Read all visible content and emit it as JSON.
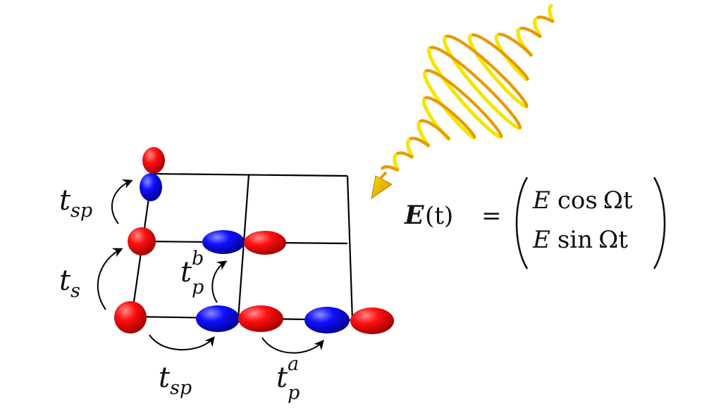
{
  "labels": {
    "t_sp_left": {
      "base": "t",
      "sub": "sp"
    },
    "t_s": {
      "base": "t",
      "sub": "s"
    },
    "t_p_b": {
      "base": "t",
      "sub": "p",
      "sup": "b"
    },
    "t_sp_bottom": {
      "base": "t",
      "sub": "sp"
    },
    "t_p_a": {
      "base": "t",
      "sub": "p",
      "sup": "a"
    }
  },
  "equation": {
    "lhs_vector": "E",
    "lhs_arg": "(t)",
    "equals": "=",
    "row1": {
      "amp": "E",
      "func": "cos",
      "arg": "Ωt"
    },
    "row2": {
      "amp": "E",
      "func": "sin",
      "arg": "Ωt"
    }
  },
  "colors": {
    "s_orbital": "#e00000",
    "p_orbital": "#0000d8",
    "lattice": "#000000",
    "pulse_light": "#f3e600",
    "pulse_dark": "#e79a00"
  },
  "icons": {
    "light_pulse": "helical-light-pulse-icon",
    "hopping_arrow": "curved-arrow-icon"
  }
}
